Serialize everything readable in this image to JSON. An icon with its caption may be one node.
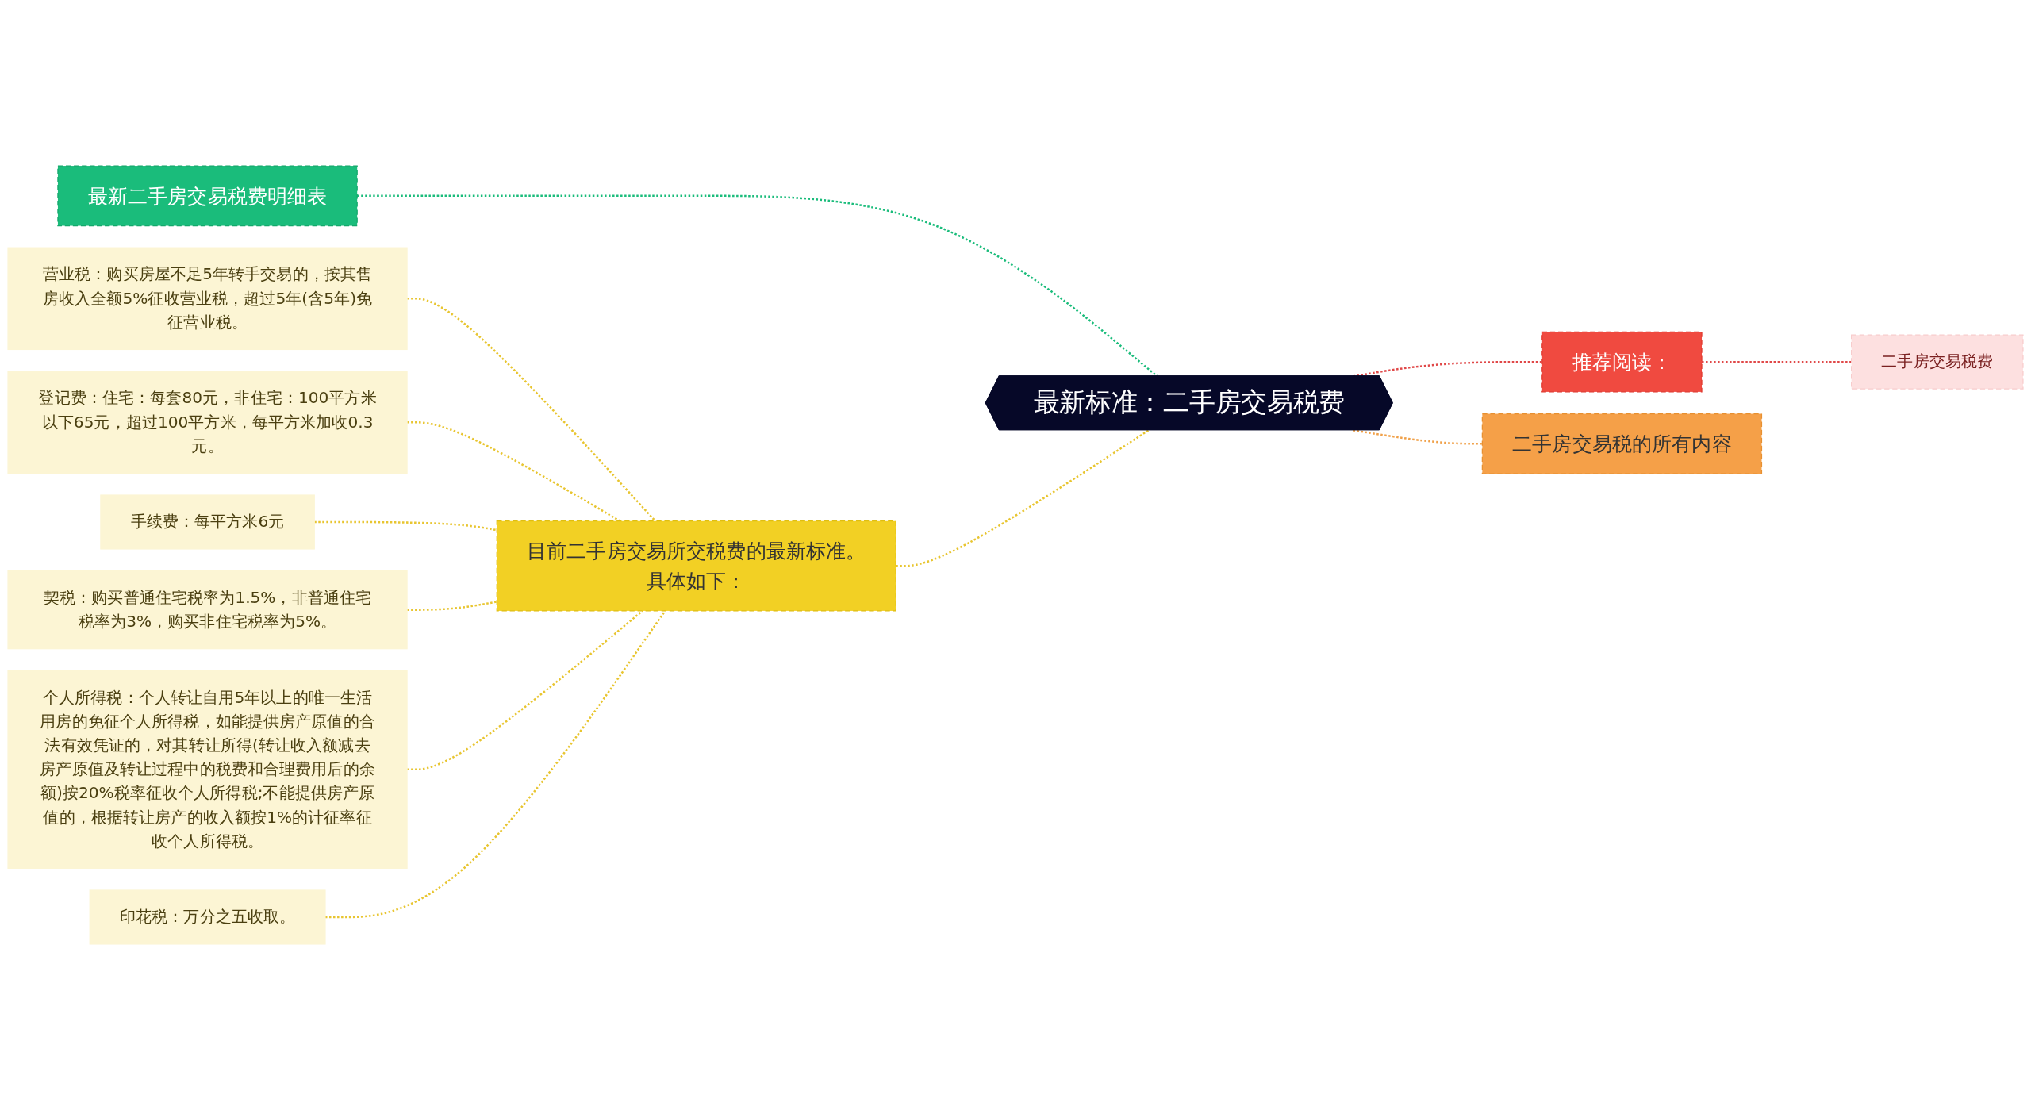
{
  "diagram": {
    "nodes": [
      {
        "text": [
          "最新标准：二手房交易税费"
        ]
      },
      {
        "text": [
          "最新二手房交易税费明细表"
        ]
      },
      {
        "text": [
          "目前二手房交易所交税费的最新标准。具体如下："
        ]
      },
      {
        "text": [
          "营业税：购买房屋不足5年转手交易的，按其售房收入全额5%征收营业税，超过5年(含5年)免征营业税。"
        ]
      },
      {
        "text": [
          "登记费：住宅：每套80元，非住宅：100平方米以下65元，超过100平方米，每平方米加收0.3元。"
        ]
      },
      {
        "text": [
          "手续费：每平方米6元"
        ]
      },
      {
        "text": [
          "契税：购买普通住宅税率为1.5%，非普通住宅税率为3%，购买非住宅税率为5%。"
        ]
      },
      {
        "text": [
          "个人所得税：个人转让自用5年以上的唯一生活用房的免征个人所得税，如能提供房产原值的合法有效凭证的，对其转让所得(转让收入额减去房产原值及转让过程中的税费和合理费用后的余额)按20%税率征收个人所得税;不能提供房产原值的，根据转让房产的收入额按1%的计征率征收个人所得税。"
        ]
      },
      {
        "text": [
          "印花税：万分之五收取。"
        ]
      },
      {
        "text": [
          "推荐阅读："
        ]
      },
      {
        "text": [
          "二手房交易税费"
        ]
      },
      {
        "text": [
          "二手房交易税的所有内容"
        ]
      }
    ],
    "edges": [
      {
        "from": 0,
        "to": 1,
        "arrow": "none",
        "style": "dashed",
        "color": "#1abc7b"
      },
      {
        "from": 0,
        "to": 2,
        "arrow": "none",
        "style": "dashed"
      },
      {
        "from": 2,
        "to": 3,
        "arrow": "none",
        "style": "dashed"
      },
      {
        "from": 2,
        "to": 4,
        "arrow": "none",
        "style": "dashed"
      },
      {
        "from": 2,
        "to": 5,
        "arrow": "none",
        "style": "dashed"
      },
      {
        "from": 2,
        "to": 6,
        "arrow": "none",
        "style": "dashed"
      },
      {
        "from": 2,
        "to": 7,
        "arrow": "none",
        "style": "dashed"
      },
      {
        "from": 2,
        "to": 8,
        "arrow": "none",
        "style": "dashed"
      },
      {
        "from": 0,
        "to": 9,
        "arrow": "none",
        "style": "dashed",
        "color": "#e04848"
      },
      {
        "from": 9,
        "to": 10,
        "arrow": "none",
        "style": "dashed",
        "color": "#e04848"
      },
      {
        "from": 0,
        "to": 11,
        "arrow": "none",
        "style": "dashed",
        "color": "#f0a048"
      }
    ]
  }
}
